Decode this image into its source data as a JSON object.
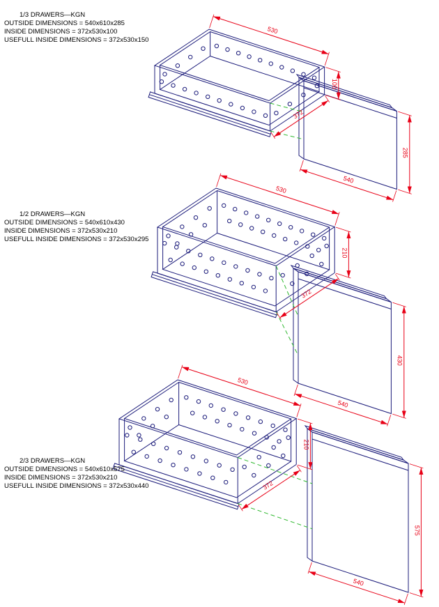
{
  "document": {
    "background": "#ffffff"
  },
  "colors": {
    "line": "#1b1b7a",
    "dimension": "#e80016",
    "connector": "#2eb82e",
    "text": "#000000"
  },
  "sections": [
    {
      "id": "drawer-1-3",
      "title": "1/3 DRAWERS—KGN",
      "specs": [
        "OUTSIDE DIMENSIONS = 540x610x285",
        "INSIDE DIMENSIONS = 372x530x100",
        "USEFULL INSIDE DIMENSIONS = 372x530x150"
      ],
      "dims": {
        "length": "530",
        "width": "372",
        "box_height": "100",
        "panel_height": "285",
        "panel_width": "540"
      }
    },
    {
      "id": "drawer-1-2",
      "title": "1/2 DRAWERS—KGN",
      "specs": [
        "OUTSIDE DIMENSIONS = 540x610x430",
        "INSIDE DIMENSIONS = 372x530x210",
        "USEFULL INSIDE DIMENSIONS = 372x530x295"
      ],
      "dims": {
        "length": "530",
        "width": "372",
        "box_height": "210",
        "panel_height": "430",
        "panel_width": "540"
      }
    },
    {
      "id": "drawer-2-3",
      "title": "2/3 DRAWERS—KGN",
      "specs": [
        "OUTSIDE DIMENSIONS = 540x610x575",
        "INSIDE DIMENSIONS = 372x530x210",
        "USEFULL INSIDE DIMENSIONS = 372x530x440"
      ],
      "dims": {
        "length": "530",
        "width": "372",
        "box_height": "210",
        "panel_height": "575",
        "panel_width": "540"
      }
    }
  ]
}
